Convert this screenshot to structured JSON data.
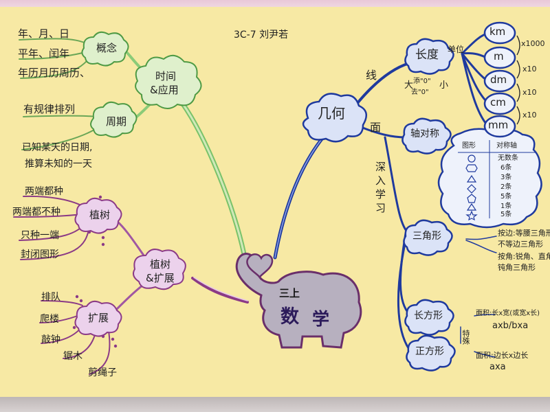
{
  "header": {
    "author": "3C-7 刘尹若"
  },
  "center": {
    "top": "三上",
    "main1": "数",
    "main2": "学"
  },
  "left": {
    "branch_time": {
      "label_line1": "时间",
      "label_line2": "&应用"
    },
    "concept": {
      "label": "概念",
      "items": [
        "年、月、日",
        "平年、闰年",
        "年历月历周历、"
      ]
    },
    "cycle": {
      "label": "周期",
      "items": [
        "有规律排列",
        "已知某天的日期,",
        "推算未知的一天"
      ]
    },
    "branch_tree": {
      "label_line1": "植树",
      "label_line2": "&扩展"
    },
    "tree": {
      "label": "植树",
      "items": [
        "两端都种",
        "两端都不种",
        "只种一端",
        "封闭图形"
      ]
    },
    "expand": {
      "label": "扩展",
      "items": [
        "排队",
        "爬楼",
        "敲钟",
        "锯木",
        "剪绳子"
      ]
    }
  },
  "right": {
    "geometry": {
      "label": "几何",
      "line_word": "线",
      "face_word": "面",
      "deep_study": [
        "深",
        "入",
        "学",
        "习"
      ]
    },
    "length": {
      "label": "长度",
      "unit_word": "单位",
      "units": [
        "km",
        "m",
        "dm",
        "cm",
        "mm"
      ],
      "factors": [
        "x1000",
        "x10",
        "x10",
        "x10"
      ],
      "note_big": "大",
      "note_add": "添\"0\"",
      "note_small": "小",
      "note_remove": "去\"0\""
    },
    "axis": {
      "label": "轴对称",
      "table_header": [
        "图形",
        "对称轴"
      ],
      "rows": [
        "无数条",
        "6条",
        "3条",
        "2条",
        "5条",
        "1条",
        "5条"
      ]
    },
    "triangle": {
      "label": "三角形",
      "lines": [
        "按边:等腰三角形",
        "不等边三角形",
        "按角:锐角、直角、",
        "钝角三角形"
      ]
    },
    "rectangle": {
      "label": "长方形",
      "formula": "面积:长x宽(或宽x长)",
      "formula_short": "axb/bxa"
    },
    "special": {
      "label": "特殊"
    },
    "square": {
      "label": "正方形",
      "formula": "面积:边长x边长",
      "formula_short": "axa"
    }
  }
}
